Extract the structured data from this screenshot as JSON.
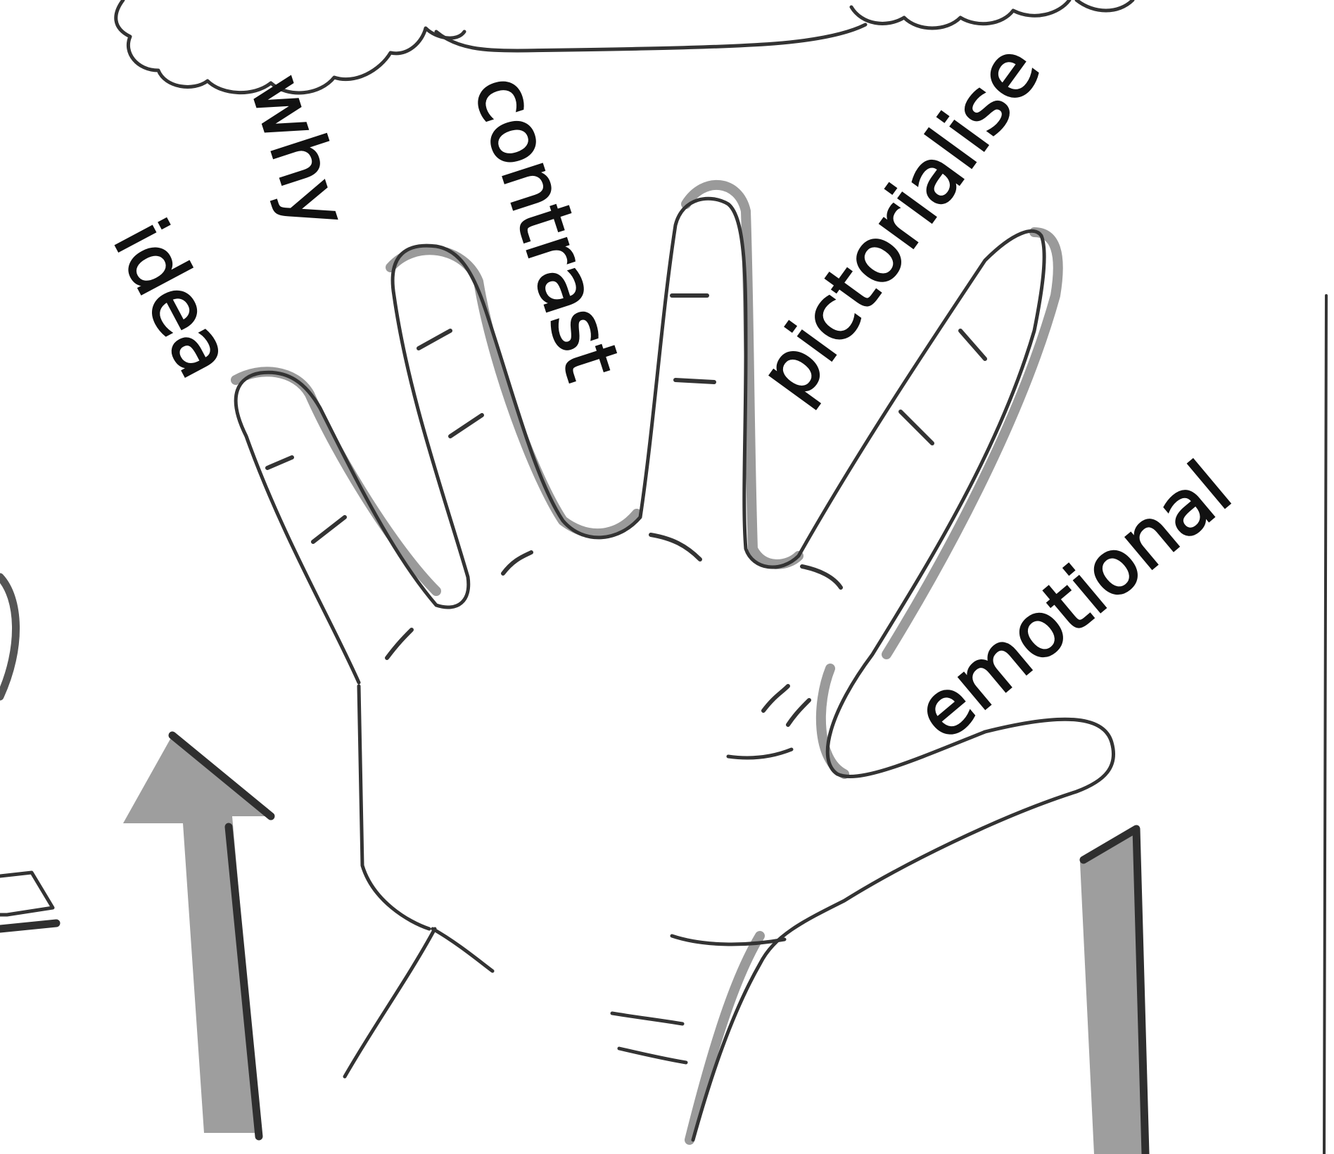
{
  "labels": {
    "idea": "idea",
    "why": "why",
    "contrast": "contrast",
    "pictorialise": "pictorialise",
    "emotional": "emotional"
  },
  "colors": {
    "background": "#ffffff",
    "ink": "#111111",
    "outline": "#333333",
    "shading": "#9a9a9a"
  }
}
